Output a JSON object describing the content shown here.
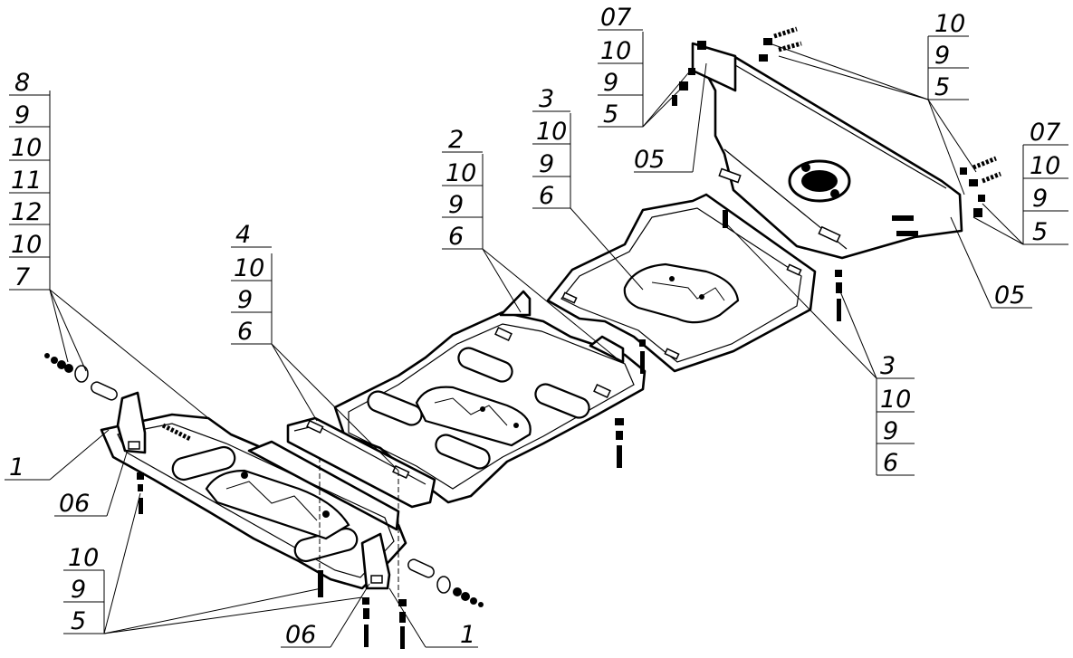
{
  "callouts": [
    {
      "id": "tl",
      "labels": [
        "8",
        "9",
        "10",
        "11",
        "12",
        "10",
        "7"
      ]
    },
    {
      "id": "mid4",
      "labels": [
        "4",
        "10",
        "9",
        "6"
      ]
    },
    {
      "id": "mid2",
      "labels": [
        "2",
        "10",
        "9",
        "6"
      ]
    },
    {
      "id": "mid3",
      "labels": [
        "3",
        "10",
        "9",
        "6"
      ]
    },
    {
      "id": "top07",
      "labels": [
        "07",
        "10",
        "9",
        "5"
      ]
    },
    {
      "id": "topr",
      "labels": [
        "10",
        "9",
        "5"
      ]
    },
    {
      "id": "r07",
      "labels": [
        "07",
        "10",
        "9",
        "5"
      ]
    },
    {
      "id": "r3",
      "labels": [
        "3",
        "10",
        "9",
        "6"
      ]
    },
    {
      "id": "bl",
      "labels": [
        "10",
        "9",
        "5"
      ]
    }
  ],
  "single_labels": {
    "l1": "1",
    "l06": "06",
    "b06": "06",
    "b1": "1",
    "r05": "05",
    "t05": "05"
  }
}
